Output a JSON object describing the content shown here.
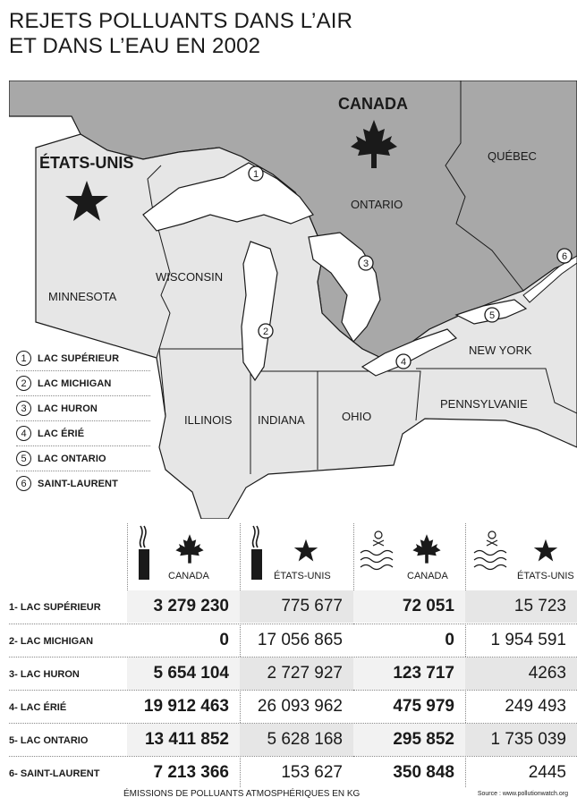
{
  "title": {
    "line1": "REJETS POLLUANTS DANS L’AIR",
    "line2": "ET DANS L’EAU EN 2002"
  },
  "map": {
    "labels": {
      "canada": "CANADA",
      "etats_unis": "ÉTATS-UNIS",
      "quebec": "QUÉBEC",
      "ontario": "ONTARIO",
      "minnesota": "MINNESOTA",
      "wisconsin": "WISCONSIN",
      "illinois": "ILLINOIS",
      "indiana": "INDIANA",
      "ohio": "OHIO",
      "new_york": "NEW YORK",
      "pennsylvanie": "PENNSYLVANIE"
    },
    "markers": [
      "1",
      "2",
      "3",
      "4",
      "5",
      "6"
    ],
    "colors": {
      "canada": "#a8a8a8",
      "usa": "#e6e6e6",
      "water": "#ffffff",
      "ink": "#1a1a1a"
    }
  },
  "legend": [
    {
      "num": "1",
      "label": "LAC SUPÉRIEUR"
    },
    {
      "num": "2",
      "label": "LAC MICHIGAN"
    },
    {
      "num": "3",
      "label": "LAC HURON"
    },
    {
      "num": "4",
      "label": "LAC ÉRIÉ"
    },
    {
      "num": "5",
      "label": "LAC ONTARIO"
    },
    {
      "num": "6",
      "label": "SAINT-LAURENT"
    }
  ],
  "table": {
    "columns": [
      {
        "country": "CANADA",
        "icon": "smokestack-icon"
      },
      {
        "country": "ÉTATS-UNIS",
        "icon": "smokestack-icon"
      },
      {
        "country": "CANADA",
        "icon": "polluted-water-icon"
      },
      {
        "country": "ÉTATS-UNIS",
        "icon": "polluted-water-icon"
      }
    ],
    "rows": [
      {
        "name": "1- LAC SUPÉRIEUR",
        "values": [
          "3 279 230",
          "775 677",
          "72 051",
          "15 723"
        ]
      },
      {
        "name": "2- LAC MICHIGAN",
        "values": [
          "0",
          "17 056 865",
          "0",
          "1 954 591"
        ]
      },
      {
        "name": "3- LAC HURON",
        "values": [
          "5 654 104",
          "2 727 927",
          "123 717",
          "4263"
        ]
      },
      {
        "name": "4- LAC ÉRIÉ",
        "values": [
          "19 912 463",
          "26 093 962",
          "475 979",
          "249 493"
        ]
      },
      {
        "name": "5- LAC ONTARIO",
        "values": [
          "13 411 852",
          "5 628 168",
          "295 852",
          "1 735 039"
        ]
      },
      {
        "name": "6- SAINT-LAURENT",
        "values": [
          "7 213 366",
          "153 627",
          "350 848",
          "2445"
        ]
      }
    ],
    "footer_note": "ÉMISSIONS DE POLLUANTS ATMOSPHÉRIQUES EN KG",
    "source": "Source : www.pollutionwatch.org"
  }
}
